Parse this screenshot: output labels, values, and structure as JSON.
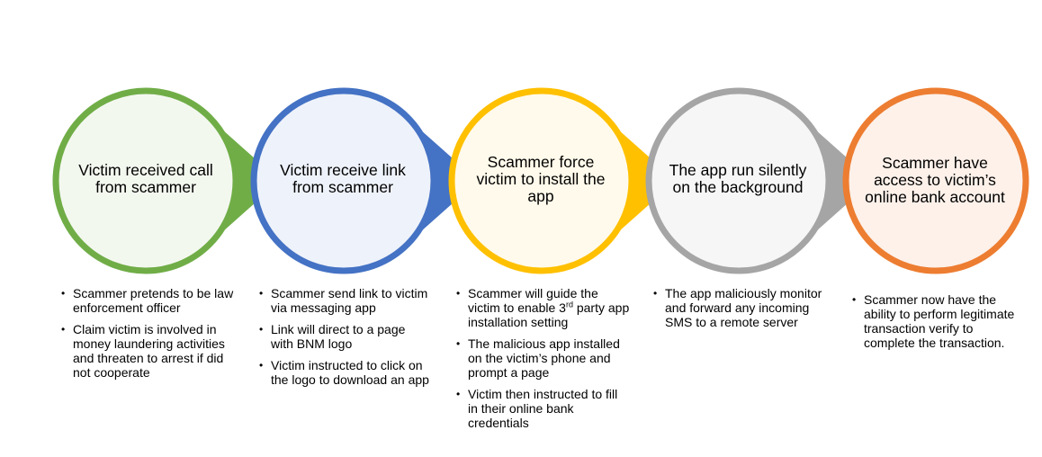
{
  "steps": [
    {
      "title": "Victim received call from scammer",
      "color": "#70AD47",
      "notes": [
        "Scammer pretends to be law enforcement  officer",
        "Claim victim is involved in money laundering activities and threaten to arrest if did not cooperate"
      ]
    },
    {
      "title": "Victim receive link from scammer",
      "color": "#4472C4",
      "notes": [
        "Scammer send link to victim via messaging app",
        "Link will direct to a page with BNM logo",
        "Victim instructed to click on the logo to download an app"
      ]
    },
    {
      "title": "Scammer force victim to install the app",
      "color": "#FFC000",
      "notes": [
        {
          "before": "Scammer will guide the victim to enable 3",
          "sup": "rd",
          "after": " party app installation setting"
        },
        "The malicious app installed on the victim’s phone and prompt a page",
        "Victim then instructed to fill in their online bank credentials"
      ]
    },
    {
      "title": "The app run silently on the background",
      "color": "#A5A5A5",
      "notes": [
        "The app maliciously monitor and forward any incoming SMS to a remote server"
      ]
    },
    {
      "title": "Scammer have access to victim’s online bank account",
      "color": "#ED7D31",
      "notes": [
        "Scammer now have the ability to perform legitimate transaction verify to complete the transaction."
      ]
    }
  ]
}
